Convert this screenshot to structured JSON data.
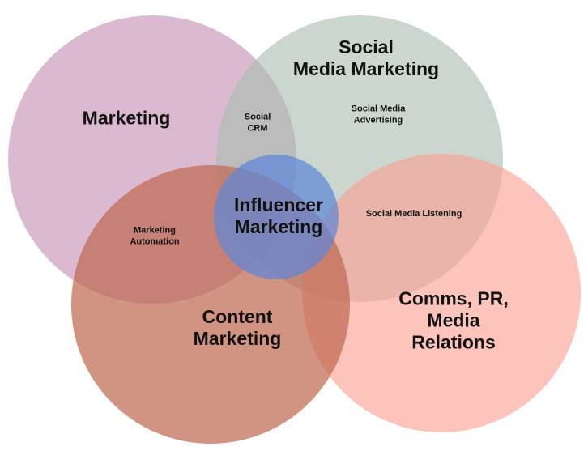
{
  "circles": [
    {
      "key": "marketing",
      "label": "Marketing",
      "color": "#c58fb4"
    },
    {
      "key": "social",
      "label": "Social\nMedia Marketing",
      "color": "#a9bdb0"
    },
    {
      "key": "comms",
      "label": "Comms, PR,\nMedia Relations",
      "color": "#fba093"
    },
    {
      "key": "content",
      "label": "Content\nMarketing",
      "color": "#bf6a52"
    },
    {
      "key": "influencer",
      "label": "Influencer\nMarketing",
      "color": "#5f86d8"
    }
  ],
  "overlaps": {
    "social_crm": "Social\nCRM",
    "social_media_advertising": "Social Media\nAdvertising",
    "marketing_automation": "Marketing\nAutomation",
    "social_media_listening": "Social Media  Listening"
  }
}
